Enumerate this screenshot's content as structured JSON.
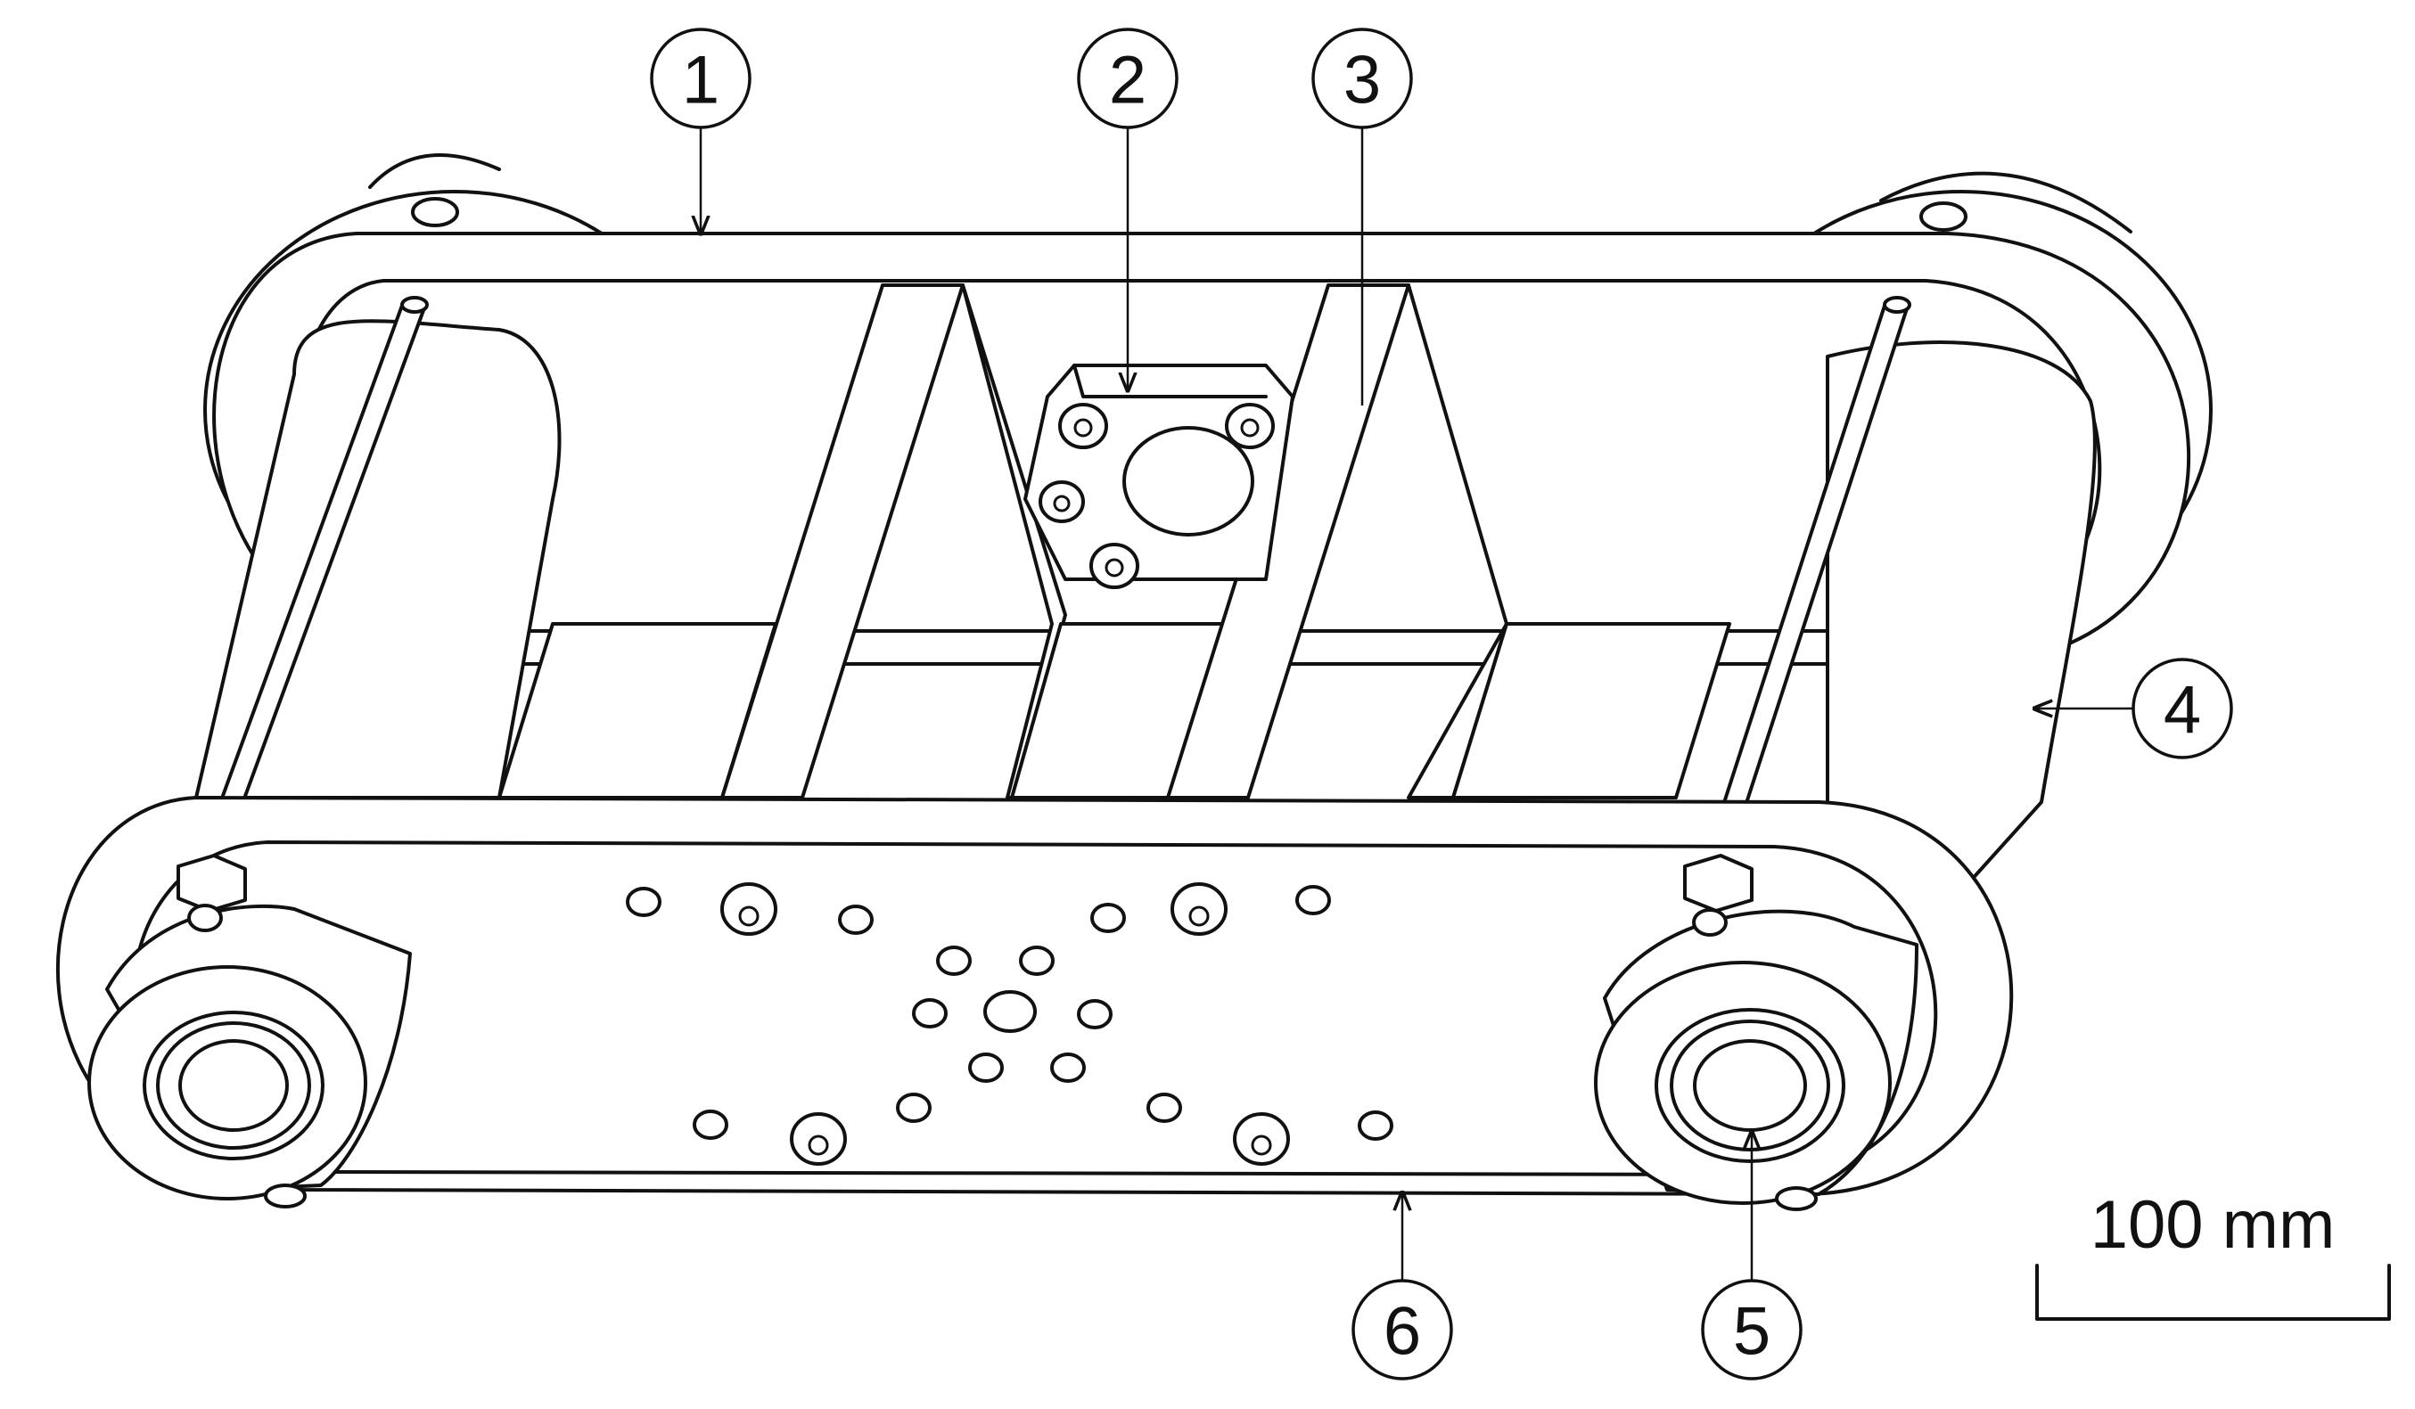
{
  "figure": {
    "callouts": [
      {
        "label": "1"
      },
      {
        "label": "2"
      },
      {
        "label": "3"
      },
      {
        "label": "4"
      },
      {
        "label": "5"
      },
      {
        "label": "6"
      }
    ],
    "scale_bar": {
      "label": "100 mm"
    }
  }
}
